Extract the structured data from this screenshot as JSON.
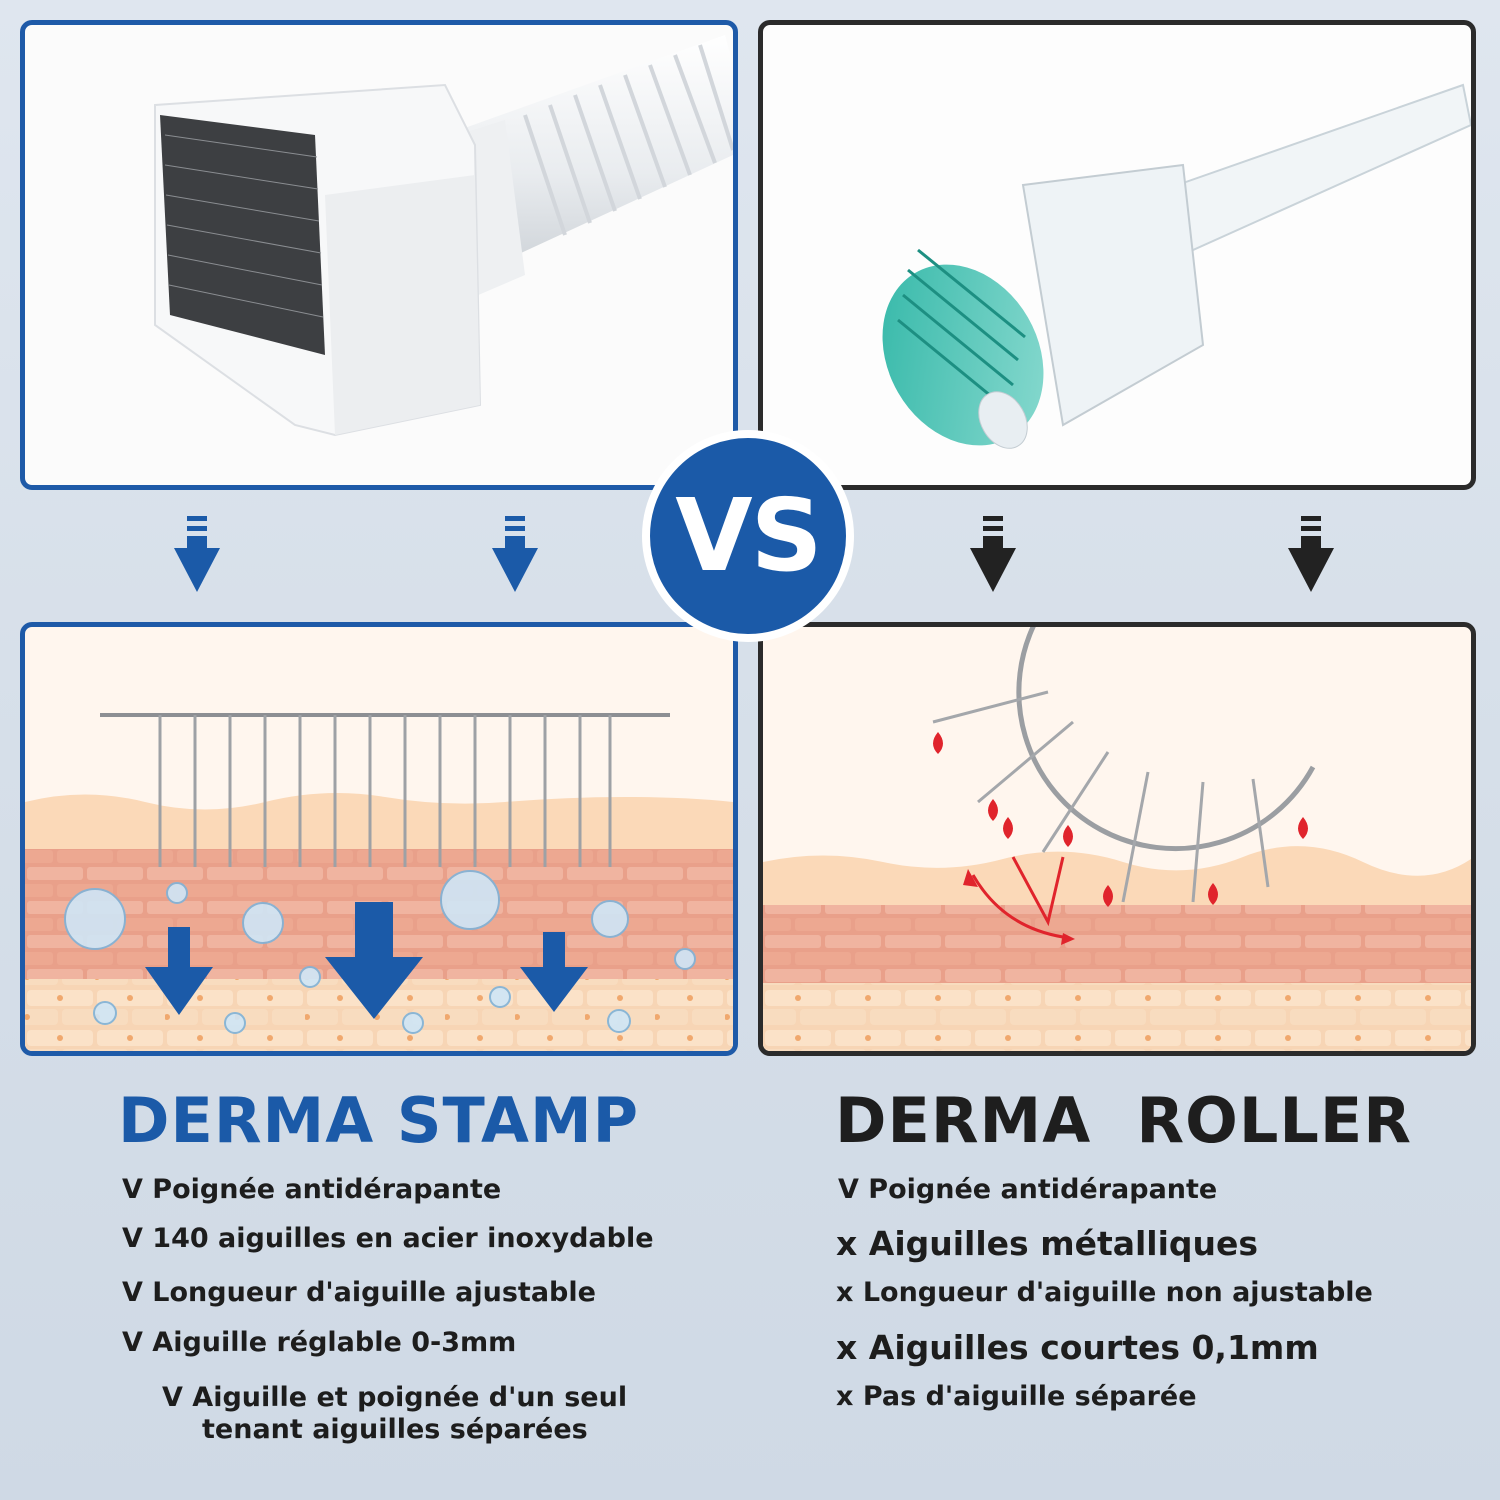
{
  "vs_label": "VS",
  "colors": {
    "stamp_accent": "#1b5aa8",
    "roller_accent": "#1e1e1e",
    "blood": "#e0242c"
  },
  "left": {
    "title": "DERMA STAMP",
    "features": [
      "V Poignée antidérapante",
      "V 140 aiguilles en acier inoxydable",
      "V Longueur d'aiguille ajustable",
      "V Aiguille réglable 0-3mm",
      "V Aiguille et poignée d'un seul",
      "tenant aiguilles séparées"
    ]
  },
  "right": {
    "title": "DERMA  ROLLER",
    "features": [
      "V Poignée antidérapante",
      "x Aiguilles métalliques",
      "x Longueur d'aiguille non ajustable",
      "x Aiguilles courtes 0,1mm",
      "x Pas d'aiguille séparée"
    ]
  }
}
